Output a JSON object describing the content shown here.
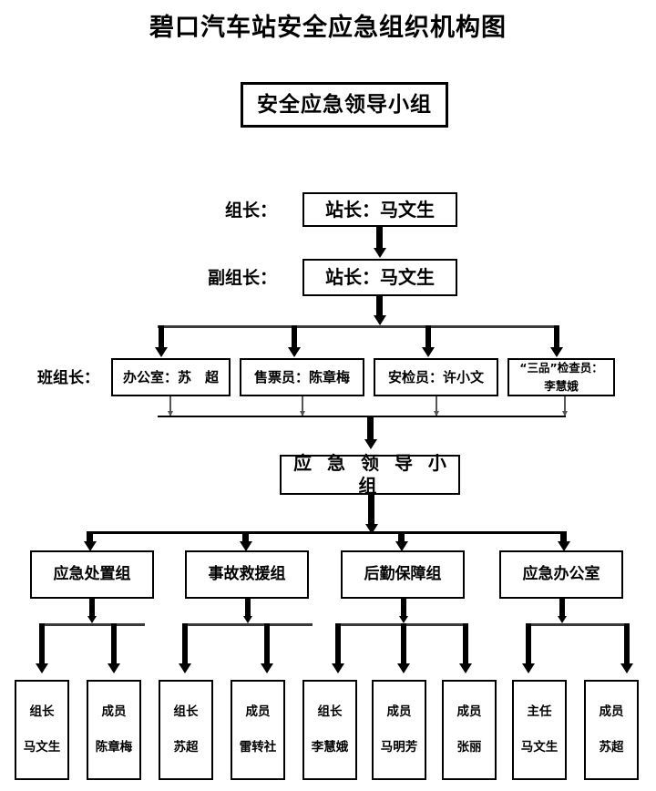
{
  "title": "碧口汽车站安全应急组织机构图",
  "root": {
    "label": "安全应急领导小组"
  },
  "leader": {
    "role_label": "组长：",
    "box": "站长：马文生"
  },
  "deputy": {
    "role_label": "副组长：",
    "box": "站长：马文生"
  },
  "shift": {
    "role_label": "班组长：",
    "boxes": [
      {
        "text": "办公室：苏　超",
        "line1": "办公室：苏　超",
        "line2": ""
      },
      {
        "text": "售票员：陈章梅",
        "line1": "售票员：陈章梅",
        "line2": ""
      },
      {
        "text": "安检员：许小文",
        "line1": "安检员：许小文",
        "line2": ""
      },
      {
        "text": "“三品”检查员：李慧娥",
        "line1": "“三品”检查员：",
        "line2": "李慧娥"
      }
    ]
  },
  "emergency_group": {
    "label": "应 急 领 导 小 组"
  },
  "groups": [
    {
      "label": "应急处置组"
    },
    {
      "label": "事故救援组"
    },
    {
      "label": "后勤保障组"
    },
    {
      "label": "应急办公室"
    }
  ],
  "people": [
    {
      "role": "组长",
      "name": "马文生"
    },
    {
      "role": "成员",
      "name": "陈章梅"
    },
    {
      "role": "组长",
      "name": "苏超"
    },
    {
      "role": "成员",
      "name": "雷转社"
    },
    {
      "role": "组长",
      "name": "李慧娥"
    },
    {
      "role": "成员",
      "name": "马明芳"
    },
    {
      "role": "成员",
      "name": "张丽"
    },
    {
      "role": "主任",
      "name": "马文生"
    },
    {
      "role": "成员",
      "name": "苏超"
    }
  ],
  "colors": {
    "line": "#000000",
    "line_gray": "#3a3a3a",
    "background": "#ffffff",
    "text": "#000000"
  }
}
